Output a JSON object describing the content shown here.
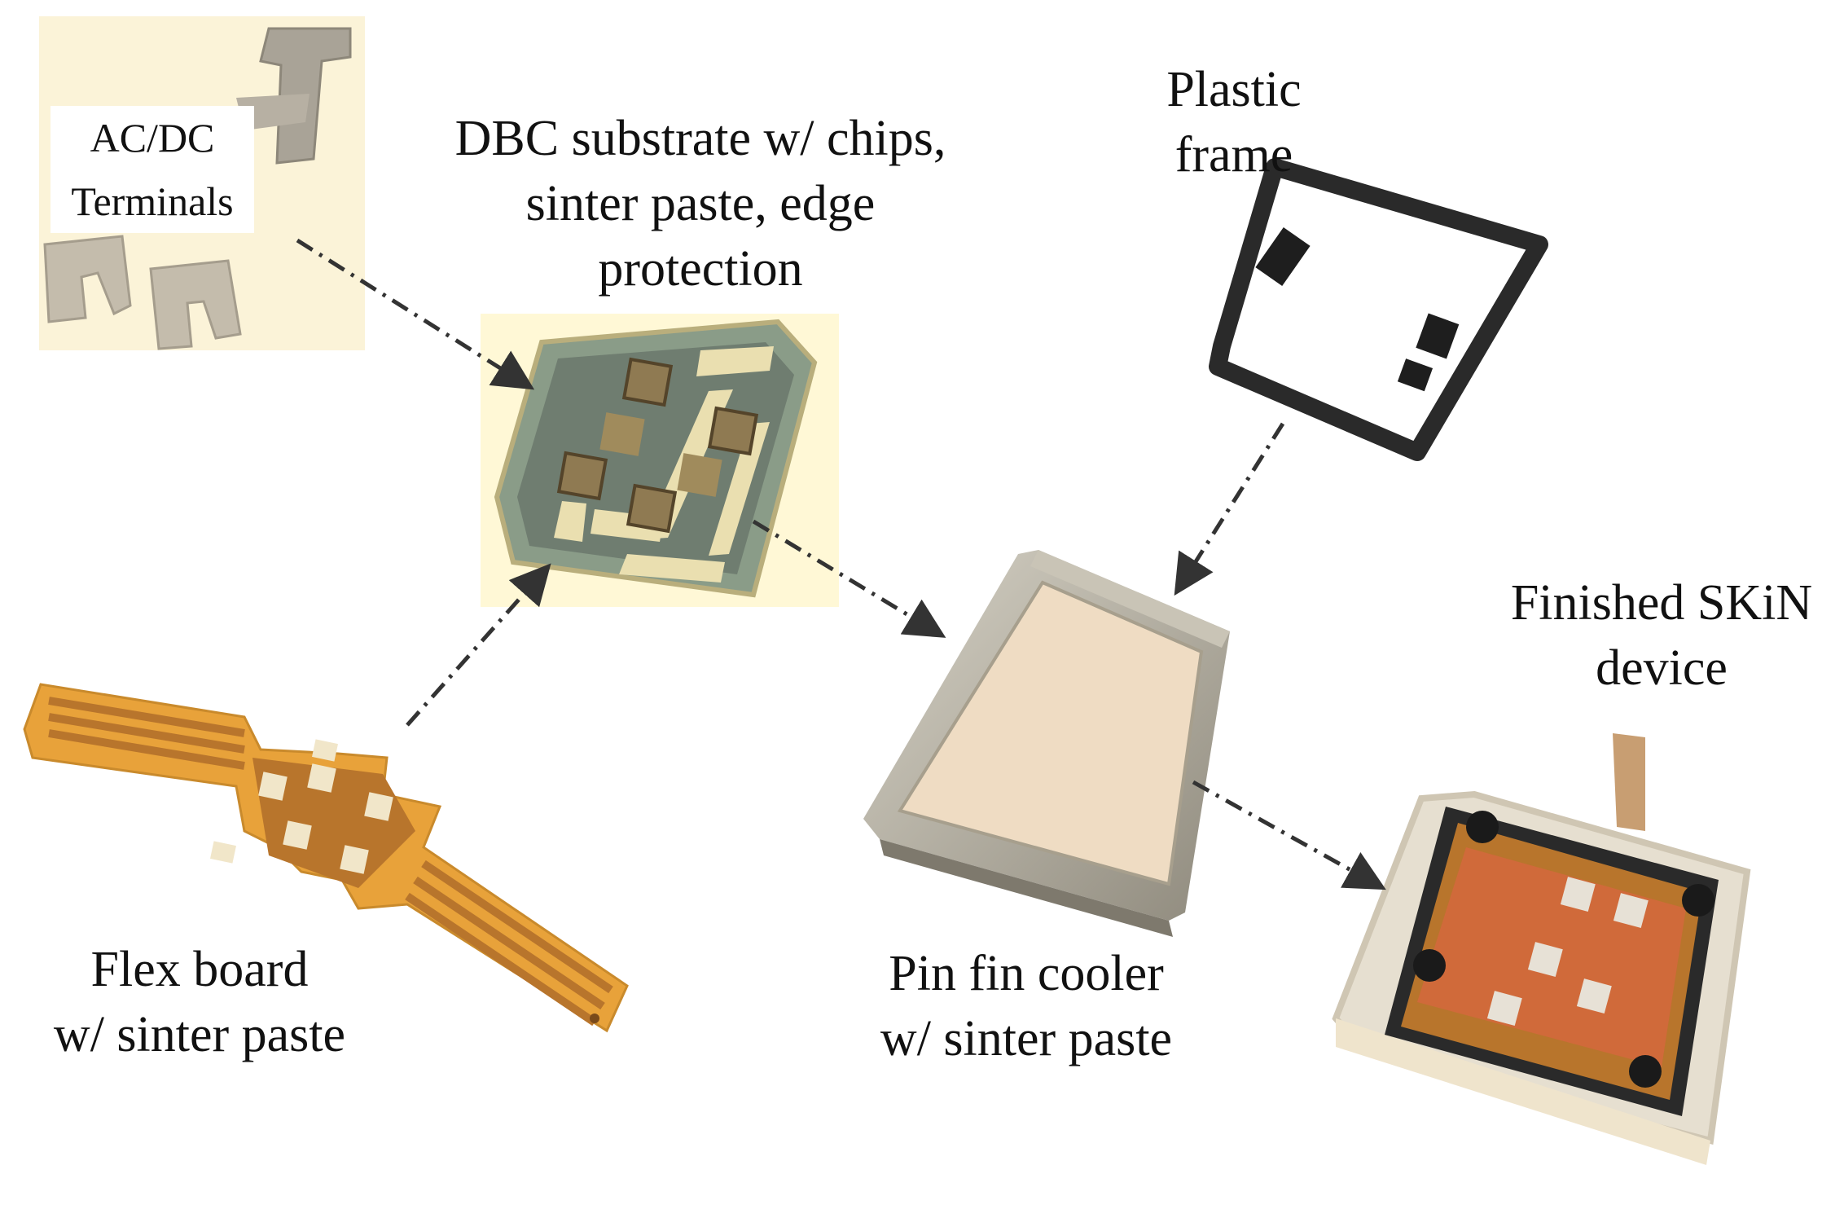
{
  "labels": {
    "terminals": {
      "line1": "AC/DC",
      "line2": "Terminals"
    },
    "dbc": {
      "line1": "DBC substrate w/ chips,",
      "line2": "sinter paste, edge",
      "line3": "protection"
    },
    "frame": {
      "line1": "Plastic",
      "line2": "frame"
    },
    "flex": {
      "line1": "Flex board",
      "line2": "w/ sinter paste"
    },
    "cooler": {
      "line1": "Pin fin cooler",
      "line2": "w/ sinter paste"
    },
    "finished": {
      "line1": "Finished SKiN",
      "line2": "device"
    }
  },
  "colors": {
    "copper": "#b8752c",
    "flex_polyimide": "#e8a23a",
    "substrate_bg": "#fff8d6",
    "ceramic": "#c7c0a0",
    "arrow": "#333333",
    "frame": "#2a2a2a",
    "cooler_metal": "#b9b4a6",
    "cooler_face": "#efdcc3"
  }
}
